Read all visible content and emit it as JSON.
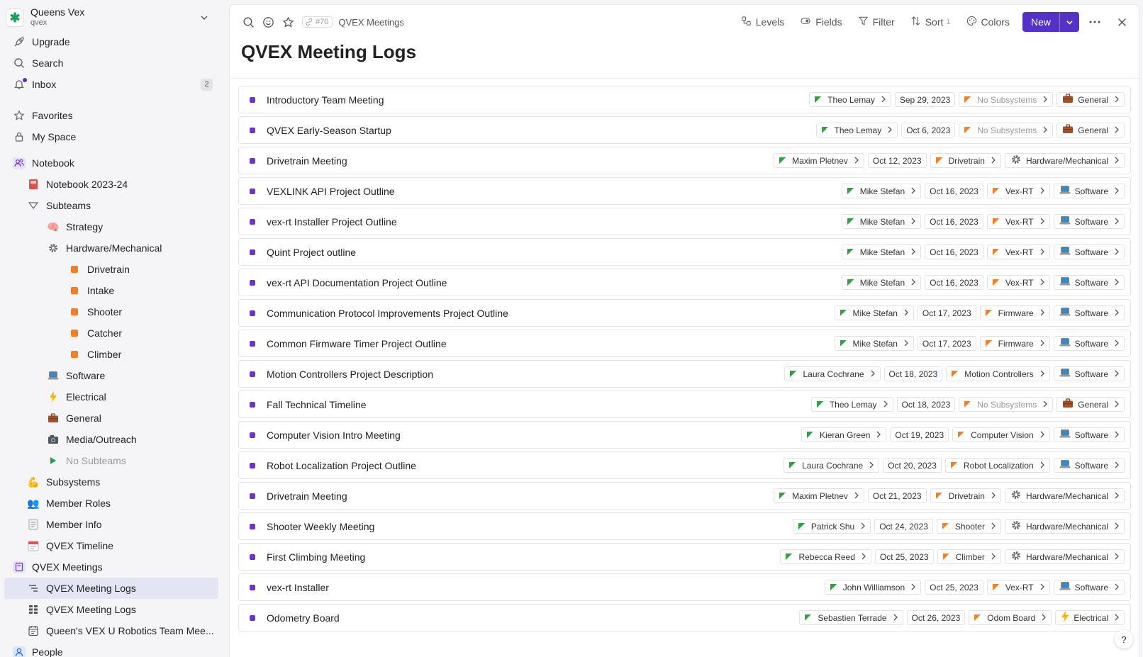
{
  "workspace": {
    "name": "Queens Vex",
    "handle": "qvex"
  },
  "sidebar": {
    "top": [
      {
        "icon": "rocket",
        "label": "Upgrade"
      },
      {
        "icon": "search",
        "label": "Search"
      },
      {
        "icon": "bell",
        "label": "Inbox",
        "badge": "2"
      }
    ],
    "mid": [
      {
        "icon": "star",
        "label": "Favorites"
      },
      {
        "icon": "lock",
        "label": "My Space"
      }
    ],
    "tree": [
      {
        "name": "notebook",
        "icon": "people",
        "label": "Notebook",
        "level": 0
      },
      {
        "name": "notebook-2023-24",
        "icon": "book",
        "label": "Notebook 2023-24",
        "level": 1
      },
      {
        "name": "subteams",
        "icon": "funnel",
        "label": "Subteams",
        "level": 1
      },
      {
        "name": "strategy",
        "icon": "brain",
        "label": "Strategy",
        "level": 2
      },
      {
        "name": "hardware-mechanical",
        "icon": "gear",
        "label": "Hardware/Mechanical",
        "level": 2
      },
      {
        "name": "drivetrain",
        "icon": "square",
        "label": "Drivetrain",
        "level": 3
      },
      {
        "name": "intake",
        "icon": "square",
        "label": "Intake",
        "level": 3
      },
      {
        "name": "shooter",
        "icon": "square",
        "label": "Shooter",
        "level": 3
      },
      {
        "name": "catcher",
        "icon": "square",
        "label": "Catcher",
        "level": 3
      },
      {
        "name": "climber",
        "icon": "square",
        "label": "Climber",
        "level": 3
      },
      {
        "name": "software",
        "icon": "laptop",
        "label": "Software",
        "level": 2
      },
      {
        "name": "electrical",
        "icon": "bolt",
        "label": "Electrical",
        "level": 2
      },
      {
        "name": "general",
        "icon": "briefcase",
        "label": "General",
        "level": 2
      },
      {
        "name": "media-outreach",
        "icon": "camera",
        "label": "Media/Outreach",
        "level": 2
      },
      {
        "name": "no-subteams",
        "icon": "triangle",
        "label": "No Subteams",
        "level": 2,
        "muted": true
      },
      {
        "name": "subsystems",
        "icon": "arm",
        "label": "Subsystems",
        "level": 1
      },
      {
        "name": "member-roles",
        "icon": "users",
        "label": "Member Roles",
        "level": 1
      },
      {
        "name": "member-info",
        "icon": "doc",
        "label": "Member Info",
        "level": 1
      },
      {
        "name": "qvex-timeline",
        "icon": "calendar",
        "label": "QVEX Timeline",
        "level": 1
      },
      {
        "name": "qvex-meetings",
        "icon": "notebook",
        "label": "QVEX Meetings",
        "level": 0
      },
      {
        "name": "qvex-meeting-logs-active",
        "icon": "tree-list",
        "label": "QVEX Meeting Logs",
        "level": 1,
        "active": true
      },
      {
        "name": "qvex-meeting-logs-table",
        "icon": "table",
        "label": "QVEX Meeting Logs",
        "level": 1
      },
      {
        "name": "team-meeting",
        "icon": "calendar-outline",
        "label": "Queen's VEX U Robotics Team Mee...",
        "level": 1
      },
      {
        "name": "people",
        "icon": "people-blue",
        "label": "People",
        "level": 0
      }
    ]
  },
  "toolbar": {
    "link_id": "#70",
    "breadcrumb": "QVEX Meetings",
    "levels": "Levels",
    "fields": "Fields",
    "filter": "Filter",
    "sort": "Sort",
    "sort_count": "1",
    "colors": "Colors",
    "new": "New"
  },
  "page": {
    "title": "QVEX Meeting Logs"
  },
  "rows": [
    {
      "title": "Introductory Team Meeting",
      "person": "Theo Lemay",
      "date": "Sep 29, 2023",
      "subsystem": "No Subsystems",
      "subsystem_muted": true,
      "subteam": "General",
      "subteam_icon": "briefcase"
    },
    {
      "title": "QVEX Early-Season Startup",
      "person": "Theo Lemay",
      "date": "Oct 6, 2023",
      "subsystem": "No Subsystems",
      "subsystem_muted": true,
      "subteam": "General",
      "subteam_icon": "briefcase"
    },
    {
      "title": "Drivetrain Meeting",
      "person": "Maxim Pletnev",
      "date": "Oct 12, 2023",
      "subsystem": "Drivetrain",
      "subteam": "Hardware/Mechanical",
      "subteam_icon": "gear"
    },
    {
      "title": "VEXLINK API Project Outline",
      "person": "Mike Stefan",
      "date": "Oct 16, 2023",
      "subsystem": "Vex-RT",
      "subteam": "Software",
      "subteam_icon": "laptop"
    },
    {
      "title": "vex-rt Installer Project Outline",
      "person": "Mike Stefan",
      "date": "Oct 16, 2023",
      "subsystem": "Vex-RT",
      "subteam": "Software",
      "subteam_icon": "laptop"
    },
    {
      "title": "Quint Project outline",
      "person": "Mike Stefan",
      "date": "Oct 16, 2023",
      "subsystem": "Vex-RT",
      "subteam": "Software",
      "subteam_icon": "laptop"
    },
    {
      "title": "vex-rt API Documentation Project Outline",
      "person": "Mike Stefan",
      "date": "Oct 16, 2023",
      "subsystem": "Vex-RT",
      "subteam": "Software",
      "subteam_icon": "laptop"
    },
    {
      "title": "Communication Protocol Improvements Project Outline",
      "person": "Mike Stefan",
      "date": "Oct 17, 2023",
      "subsystem": "Firmware",
      "subteam": "Software",
      "subteam_icon": "laptop"
    },
    {
      "title": "Common Firmware Timer Project Outline",
      "person": "Mike Stefan",
      "date": "Oct 17, 2023",
      "subsystem": "Firmware",
      "subteam": "Software",
      "subteam_icon": "laptop"
    },
    {
      "title": "Motion Controllers Project Description",
      "person": "Laura Cochrane",
      "date": "Oct 18, 2023",
      "subsystem": "Motion Controllers",
      "subteam": "Software",
      "subteam_icon": "laptop"
    },
    {
      "title": "Fall Technical Timeline",
      "person": "Theo Lemay",
      "date": "Oct 18, 2023",
      "subsystem": "No Subsystems",
      "subsystem_muted": true,
      "subteam": "General",
      "subteam_icon": "briefcase"
    },
    {
      "title": "Computer Vision Intro Meeting",
      "person": "Kieran Green",
      "date": "Oct 19, 2023",
      "subsystem": "Computer Vision",
      "subteam": "Software",
      "subteam_icon": "laptop"
    },
    {
      "title": "Robot Localization Project Outline",
      "person": "Laura Cochrane",
      "date": "Oct 20, 2023",
      "subsystem": "Robot Localization",
      "subteam": "Software",
      "subteam_icon": "laptop"
    },
    {
      "title": "Drivetrain Meeting",
      "person": "Maxim Pletnev",
      "date": "Oct 21, 2023",
      "subsystem": "Drivetrain",
      "subteam": "Hardware/Mechanical",
      "subteam_icon": "gear"
    },
    {
      "title": "Shooter Weekly Meeting",
      "person": "Patrick Shu",
      "date": "Oct 24, 2023",
      "subsystem": "Shooter",
      "subteam": "Hardware/Mechanical",
      "subteam_icon": "gear"
    },
    {
      "title": "First Climbing Meeting",
      "person": "Rebecca Reed",
      "date": "Oct 25, 2023",
      "subsystem": "Climber",
      "subteam": "Hardware/Mechanical",
      "subteam_icon": "gear"
    },
    {
      "title": "vex-rt Installer",
      "person": "John Williamson",
      "date": "Oct 25, 2023",
      "subsystem": "Vex-RT",
      "subteam": "Software",
      "subteam_icon": "laptop"
    },
    {
      "title": "Odometry Board",
      "person": "Sebastien Terrade",
      "date": "Oct 26, 2023",
      "subsystem": "Odom Board",
      "subteam": "Electrical",
      "subteam_icon": "bolt"
    }
  ],
  "help": "?",
  "colors": {
    "accent": "#5432c7",
    "row_dot": "#6a35c8",
    "person_flag": "#2fa044",
    "subsystem_flag": "#f07f2c"
  }
}
